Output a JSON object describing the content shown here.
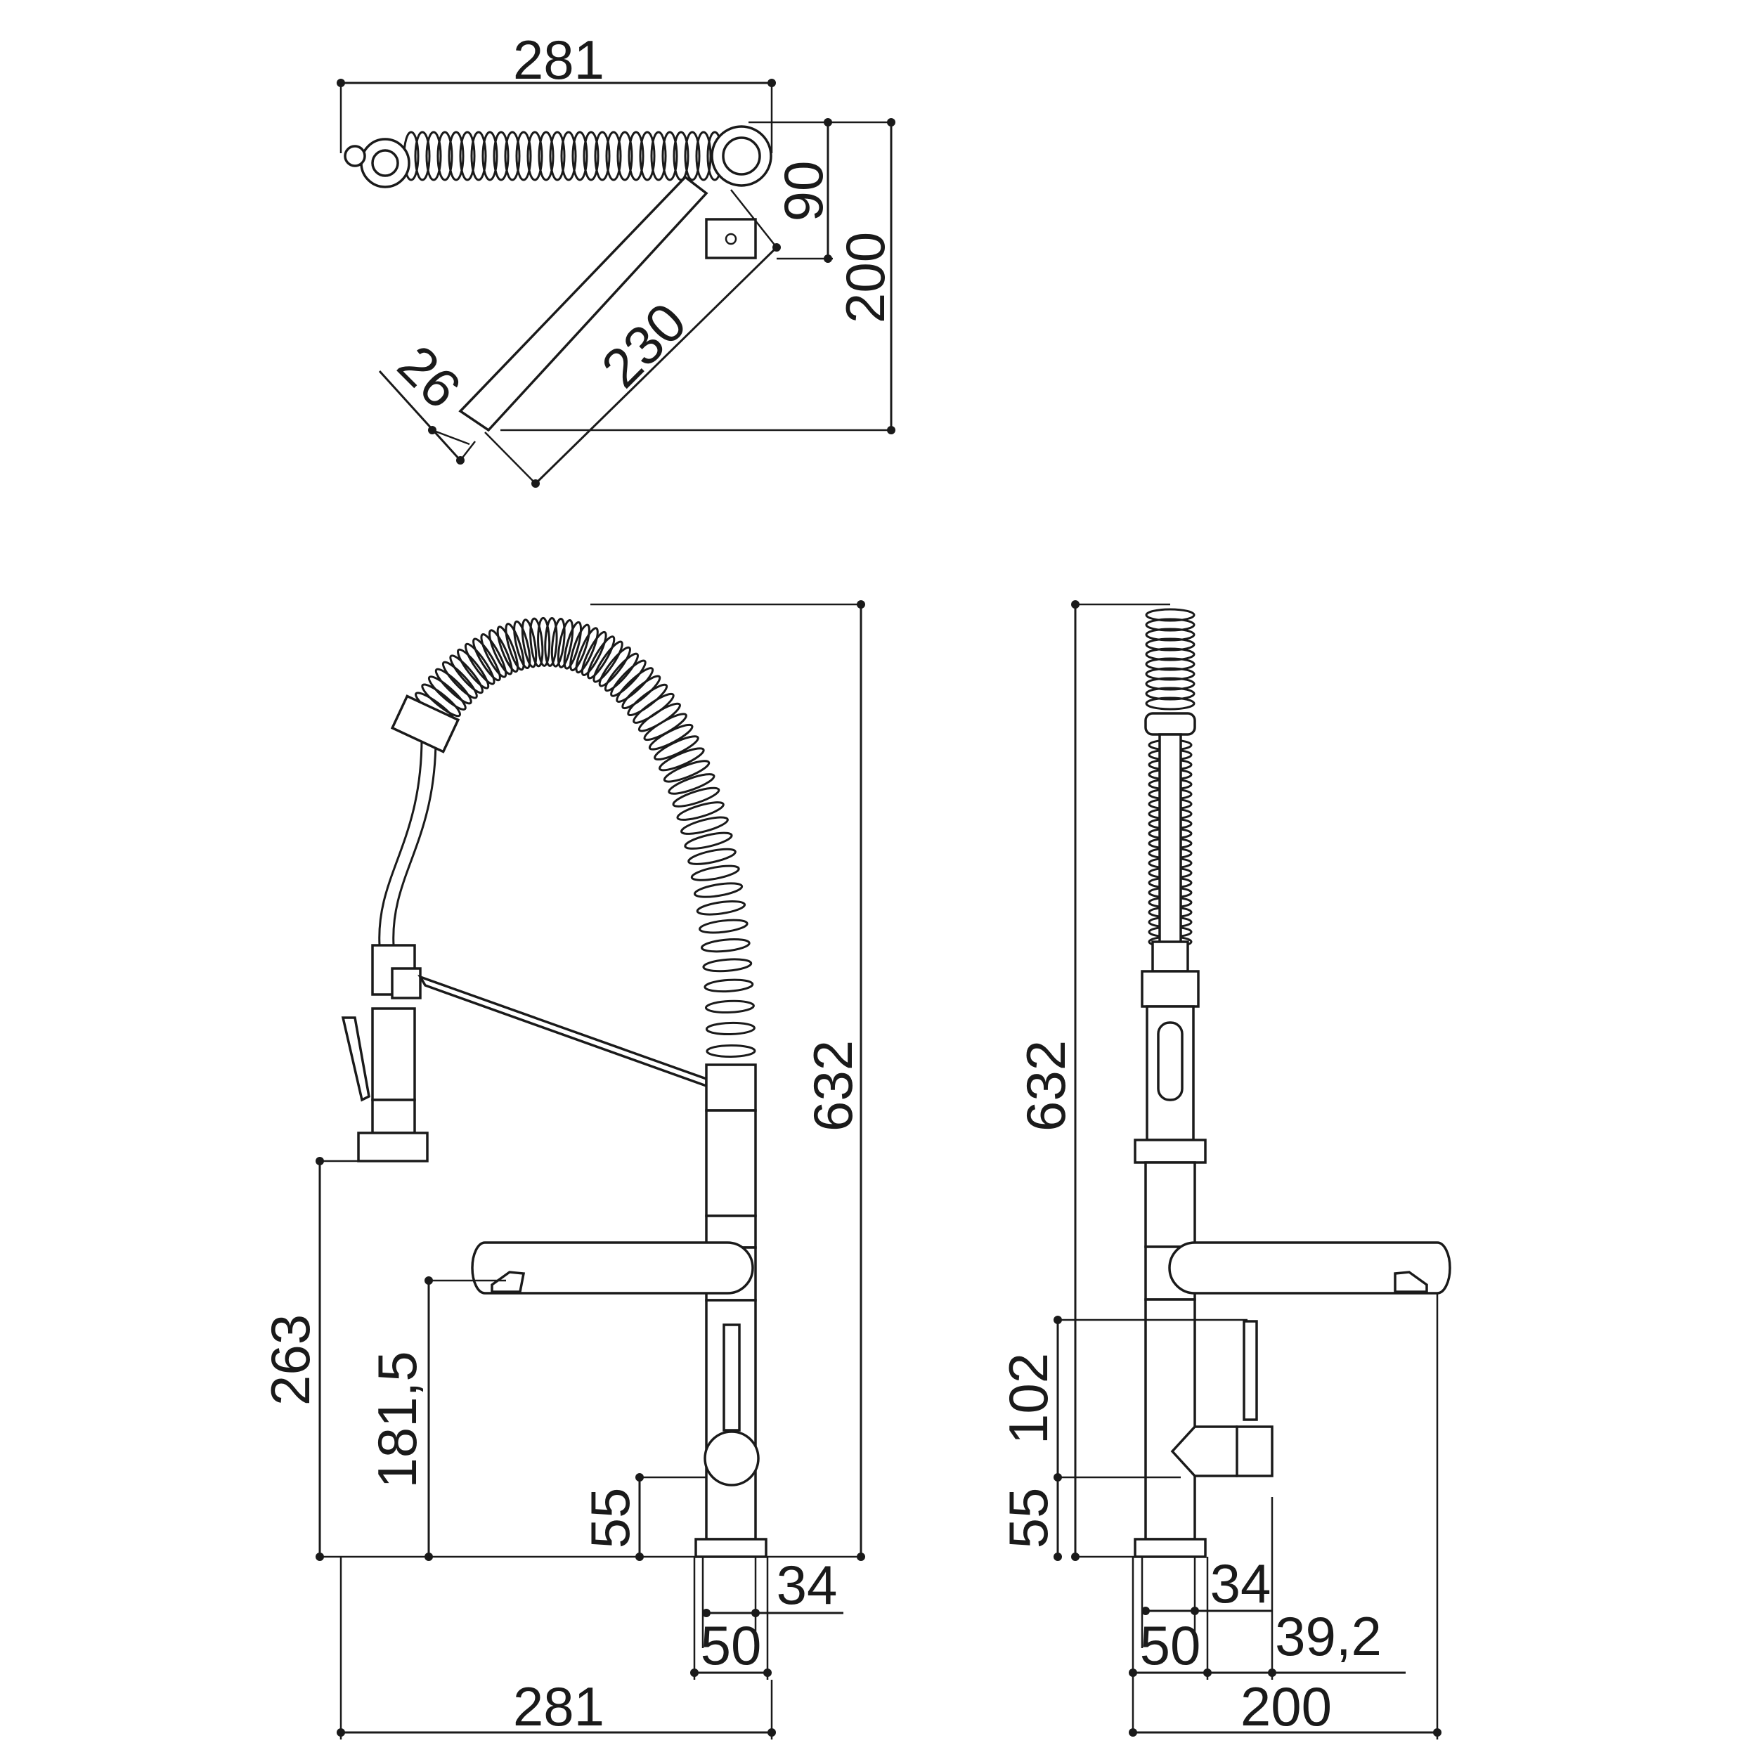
{
  "colors": {
    "ink": "#1a1a1a",
    "background": "#ffffff"
  },
  "top_view": {
    "width_label": "281",
    "offset_label": "90",
    "depth_label": "200",
    "arm_label": "230",
    "arm_width_label": "26"
  },
  "front_view": {
    "height_label": "632",
    "spray_height_label": "263",
    "spout_height_label": "181,5",
    "handle_height_label": "55",
    "base_label": "34",
    "pipe_label": "50",
    "width_label": "281"
  },
  "side_view": {
    "height_label": "632",
    "lever_label": "102",
    "handle_height_label": "55",
    "base_label": "34",
    "pipe_label": "50",
    "lever_offset_label": "39,2",
    "width_label": "200"
  }
}
